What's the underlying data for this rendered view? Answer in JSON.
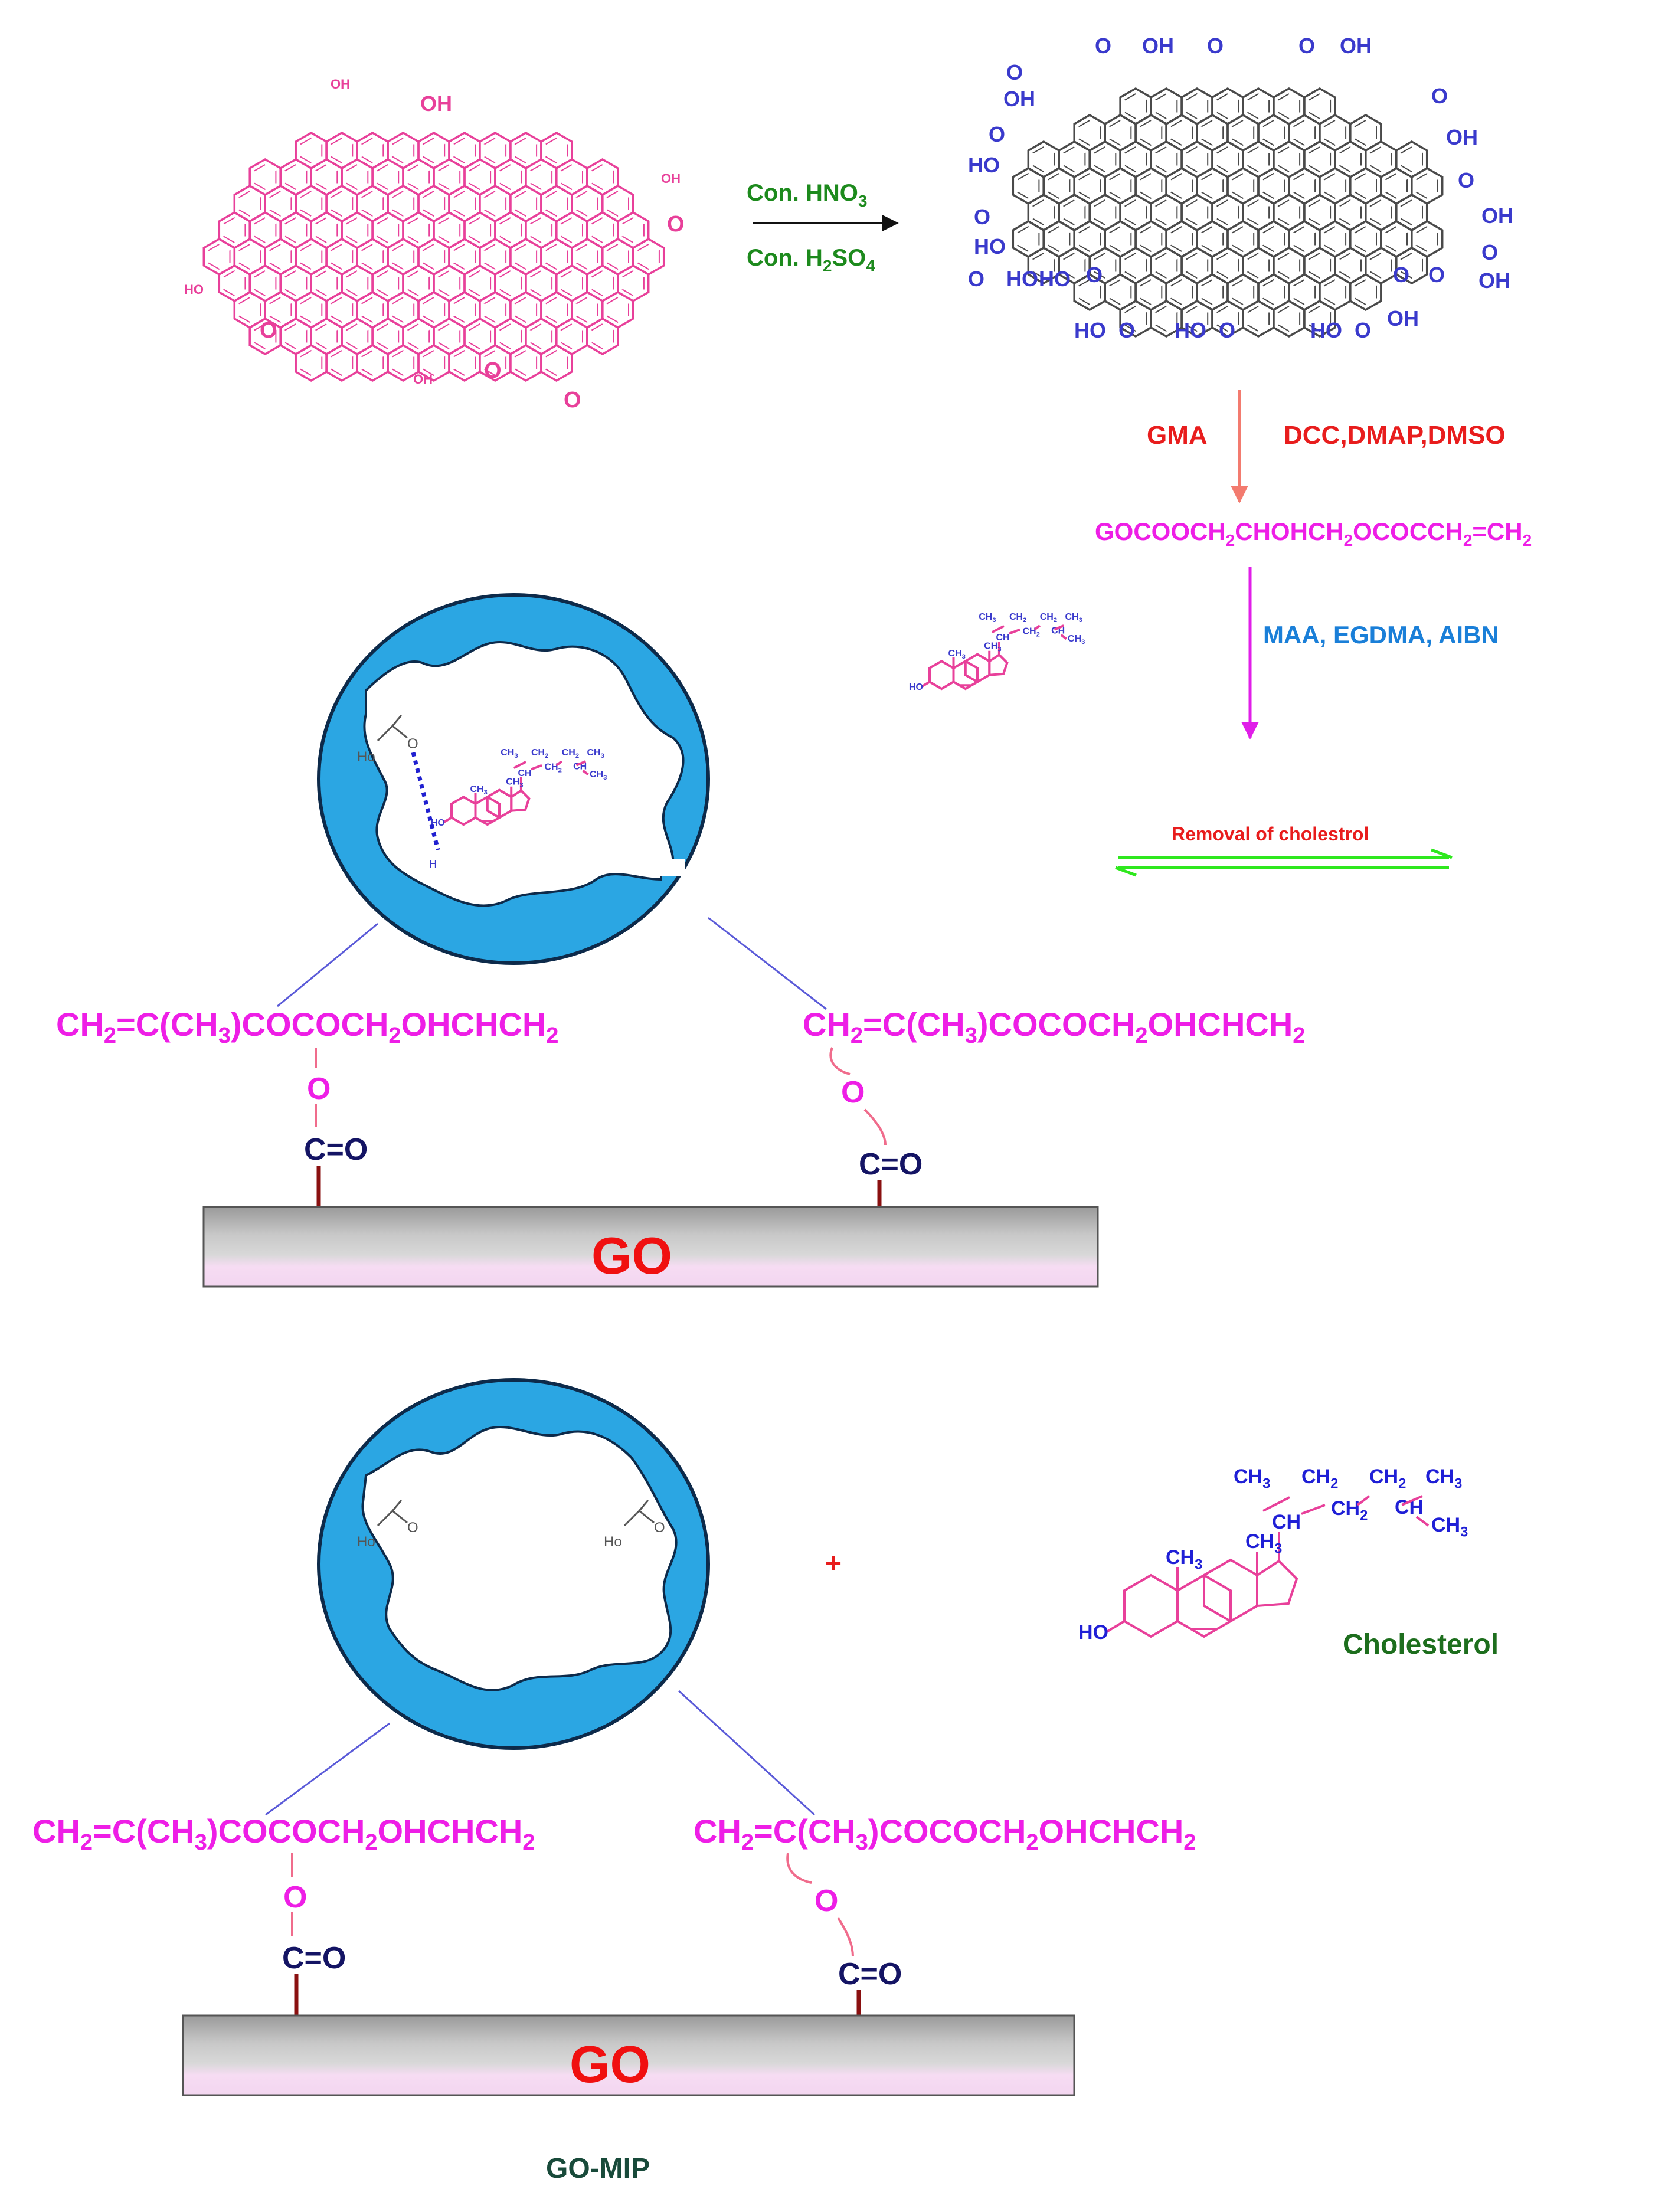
{
  "colors": {
    "pink": "#e8409a",
    "magenta": "#ee1ee6",
    "blue_text": "#3a3acc",
    "reagent_green": "#1d8a1d",
    "reagent_red": "#e81d1d",
    "reagent_blue": "#1a7fd8",
    "sphere": "#2ba6e3",
    "navy": "#141464",
    "dark_red": "#8a1010",
    "go_red": "#f01010",
    "slab_grey": "#b4b4b4",
    "slab_pink": "#f3d6f0",
    "equilibrium_green": "#2fe81e",
    "cholesterol_blue": "#1f1fd6"
  },
  "top": {
    "graphite_labels": {
      "oh": "OH",
      "cooh": "HO",
      "o": "O",
      "ooh": "OH"
    },
    "reagent1": {
      "main": "Con. HNO",
      "sub": "3"
    },
    "reagent2": {
      "main": "Con. H",
      "sub1": "2",
      "mid": "SO",
      "sub2": "4"
    },
    "go_labels": {
      "o": "O",
      "oh": "OH",
      "ho": "HO"
    }
  },
  "step2": {
    "left": "GMA",
    "right": "DCC,DMAP,DMSO",
    "product": {
      "p1": "GOCOOCH",
      "s1": "2",
      "p2": "CHOHCH",
      "s2": "2",
      "p3": "OCOCCH",
      "s3": "2",
      "p4": "=CH",
      "s4": "2"
    }
  },
  "step3": {
    "label": "MAA, EGDMA, AIBN"
  },
  "equilibrium": {
    "label": "Removal of cholestrol"
  },
  "chain": {
    "p1": "CH",
    "s1": "2",
    "p2": "=C(CH",
    "s2": "3",
    "p3": ")COCOCH",
    "s3": "2",
    "p4": "OHCHCH",
    "s4": "2"
  },
  "linker": {
    "o": "O",
    "co": "C=O"
  },
  "slab_label": "GO",
  "plus": "+",
  "cholesterol": {
    "name": "Cholesterol",
    "ch3": "CH",
    "ch3_sub": "3",
    "ch2_sub": "2",
    "ch": "CH",
    "ho": "HO"
  },
  "pocket_labels": {
    "ho": "Ho",
    "o": "O",
    "h": "H"
  },
  "bottom_label": "GO-MIP"
}
